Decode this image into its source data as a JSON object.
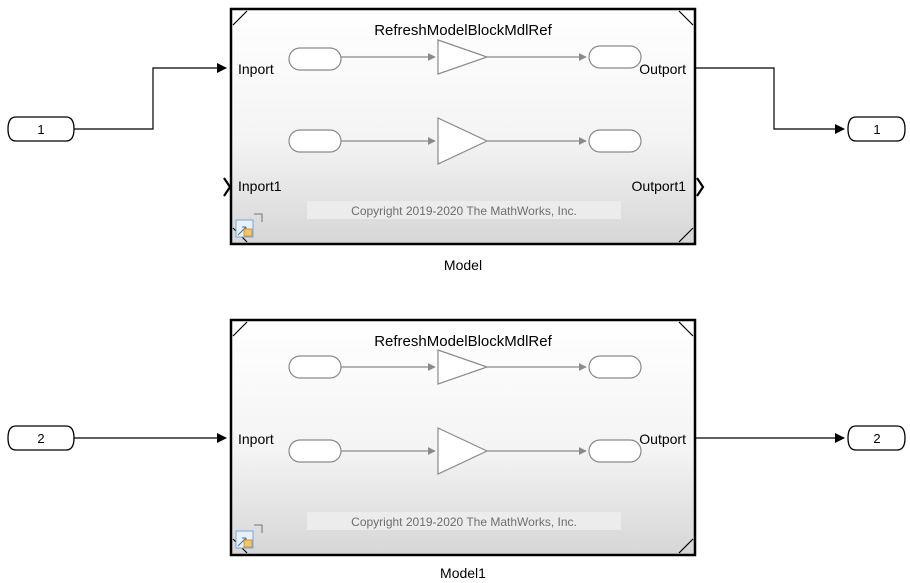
{
  "canvas": {
    "background": "#ffffff"
  },
  "colors": {
    "line": "#000000",
    "ghost": "#8a8a8a",
    "block_border": "#000000",
    "block_fill_top": "#ffffff",
    "block_fill_bottom": "#d6d6d6",
    "copyright_bg": "#ececec",
    "copyright_text": "#6e6e6e"
  },
  "blocks": [
    {
      "name": "Model",
      "ref_model": "RefreshModelBlockMdlRef",
      "input_label": "Inport",
      "output_label": "Outport",
      "input2_label": "Inport1",
      "output2_label": "Outport1",
      "copyright": "Copyright 2019-2020 The MathWorks, Inc."
    },
    {
      "name": "Model1",
      "ref_model": "RefreshModelBlockMdlRef",
      "input_label": "Inport",
      "output_label": "Outport",
      "copyright": "Copyright 2019-2020 The MathWorks, Inc."
    }
  ],
  "ports": {
    "inport_1": "1",
    "outport_1": "1",
    "inport_2": "2",
    "outport_2": "2"
  },
  "icons": {
    "model_ref": "model-reference-icon",
    "arrow": "arrow-head-icon"
  }
}
